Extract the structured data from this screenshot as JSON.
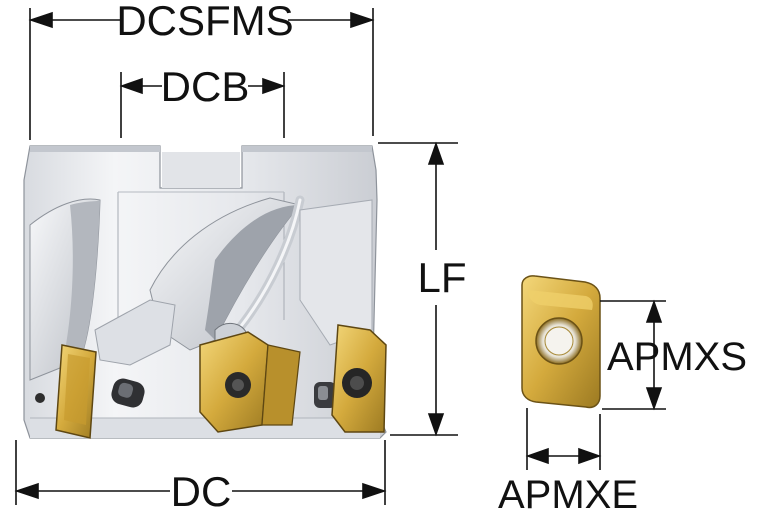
{
  "labels": {
    "dcsfms": "DCSFMS",
    "dcb": "DCB",
    "lf": "LF",
    "dc": "DC",
    "apmxs": "APMXS",
    "apmxe": "APMXE"
  },
  "colors": {
    "line": "#111111",
    "body_light": "#eeeff2",
    "body_mid": "#d3d6dc",
    "body_dark": "#9ea3ab",
    "insert_gold": "#d9b450",
    "insert_gold_dark": "#8a6a1c",
    "screw": "#2a2a2a"
  }
}
